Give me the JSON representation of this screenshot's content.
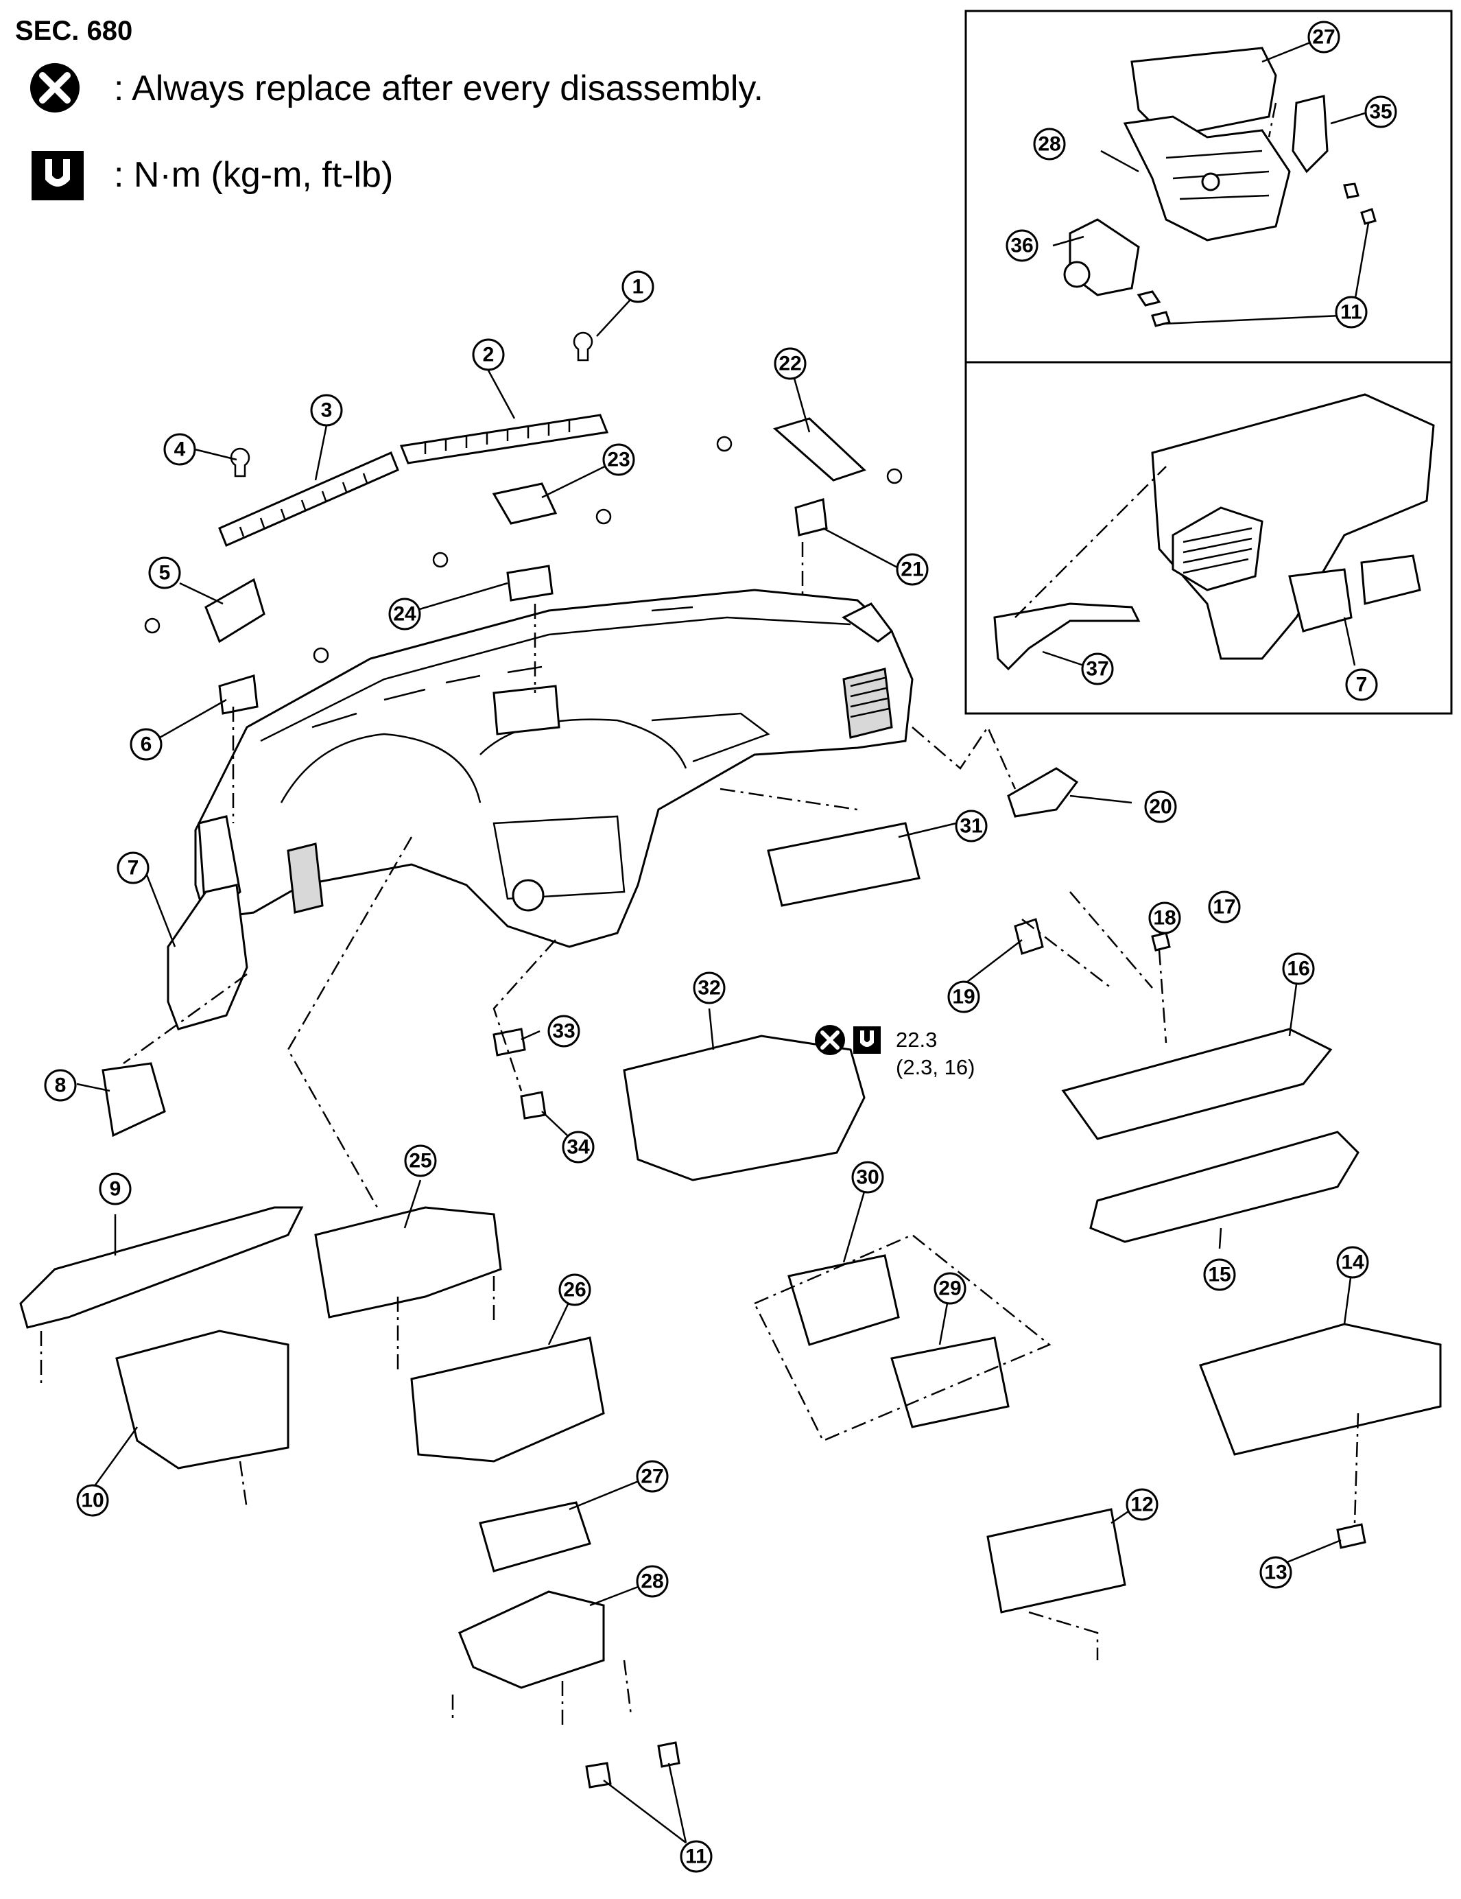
{
  "header": {
    "section": "SEC. 680"
  },
  "legend": {
    "replace_text": ": Always replace after every disassembly.",
    "torque_text": ": N·m (kg-m, ft-lb)",
    "replace_icon": "x-circle-icon",
    "torque_icon": "wrench-icon"
  },
  "torque_spec": {
    "value": "22.3",
    "conversions": "(2.3, 16)"
  },
  "callouts": {
    "c1": "1",
    "c2": "2",
    "c3": "3",
    "c4": "4",
    "c5": "5",
    "c6": "6",
    "c7": "7",
    "c8": "8",
    "c9": "9",
    "c10": "10",
    "c11": "11",
    "c12": "12",
    "c13": "13",
    "c14": "14",
    "c15": "15",
    "c16": "16",
    "c17": "17",
    "c18": "18",
    "c19": "19",
    "c20": "20",
    "c21": "21",
    "c22": "22",
    "c23": "23",
    "c24": "24",
    "c25": "25",
    "c26": "26",
    "c27": "27",
    "c28": "28",
    "c29": "29",
    "c30": "30",
    "c31": "31",
    "c32": "32",
    "c33": "33",
    "c34": "34",
    "c35": "35",
    "c36": "36",
    "c37": "37"
  }
}
